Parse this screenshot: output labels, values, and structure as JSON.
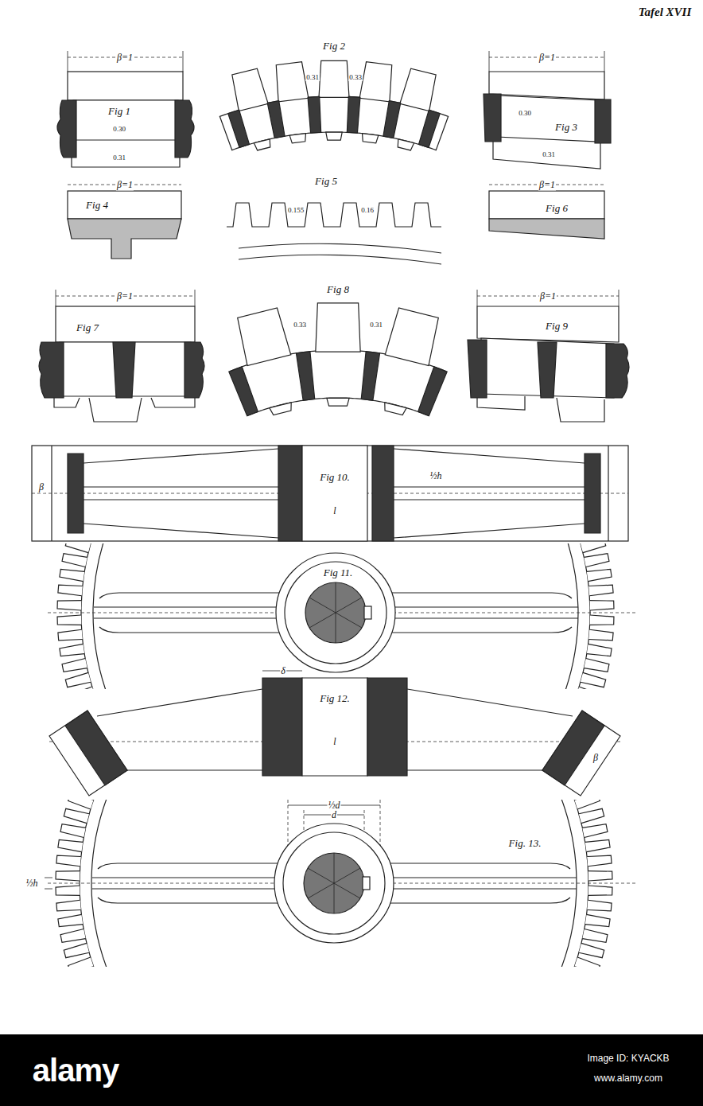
{
  "diagram": {
    "title": "Tafel XVII",
    "labels": [
      "Fig 1",
      "Fig 2",
      "Fig 3",
      "Fig 4",
      "Fig 5",
      "Fig 6",
      "Fig 7",
      "Fig 8",
      "Fig 9",
      "Fig 10.",
      "Fig 11.",
      "Fig 12.",
      "Fig. 13.",
      "β=1",
      "β=1",
      "β=1",
      "β=1",
      "β=1",
      "β=1",
      "0.30",
      "0.31",
      "0.30",
      "0.31",
      "0.31",
      "0.33",
      "0.155",
      "0.16",
      "0.33",
      "0.31",
      "β",
      "l",
      "½h",
      "δ",
      "l",
      "β",
      "½d",
      "d",
      "½h",
      "alamy",
      "Image ID: KYACKB",
      "www.alamy.com"
    ]
  }
}
